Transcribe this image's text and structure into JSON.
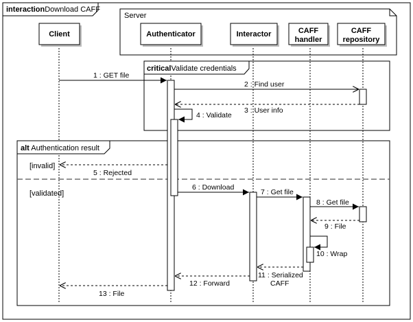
{
  "frame": {
    "keyword": "interaction",
    "name": "Download CAFF"
  },
  "package": {
    "name": "Server"
  },
  "lifelines": {
    "client": "Client",
    "authenticator": "Authenticator",
    "interactor": "Interactor",
    "caff_handler_line1": "CAFF",
    "caff_handler_line2": "handler",
    "caff_repository_line1": "CAFF",
    "caff_repository_line2": "repository"
  },
  "critical": {
    "keyword": "critical",
    "name": "Validate credentials"
  },
  "alt": {
    "keyword": "alt",
    "name": "Authentication result",
    "guard_invalid": "[invalid]",
    "guard_validated": "[validated]"
  },
  "messages": {
    "m1": "1 : GET file",
    "m2": "2 : Find user",
    "m3": "3 : User info",
    "m4": "4 : Validate",
    "m5": "5 : Rejected",
    "m6": "6 : Download",
    "m7": "7 : Get file",
    "m8": "8 : Get file",
    "m9": "9 : File",
    "m10": "10 : Wrap",
    "m11_line1": "11 : Serialized",
    "m11_line2": "CAFF",
    "m12": "12 : Forward",
    "m13": "13 : File"
  }
}
